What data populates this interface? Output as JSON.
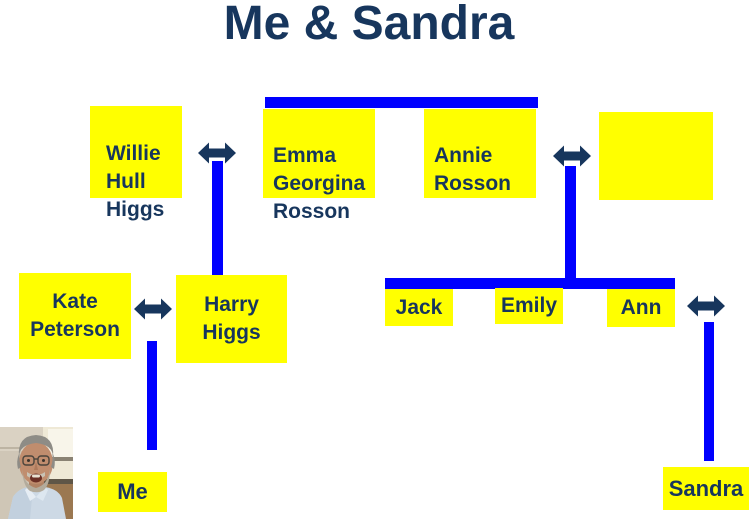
{
  "title": "Me & Sandra",
  "theme": {
    "background": "#FFFFFF",
    "box_fill": "#FFFF00",
    "connector_blue": "#0000FF",
    "navy_text": "#17365D"
  },
  "icons": {
    "spouse_arrow": "left-right-double-arrow",
    "portrait": "photo-of-me"
  },
  "people": {
    "willie": "Willie\nHull\nHiggs",
    "emma": "Emma\nGeorgina\nRosson",
    "annie": "Annie\nRosson",
    "unnamed": "",
    "kate": "Kate\nPeterson",
    "harry": "Harry\nHiggs",
    "jack": "Jack",
    "emily": "Emily",
    "ann": "Ann",
    "me": "Me",
    "sandra": "Sandra"
  }
}
